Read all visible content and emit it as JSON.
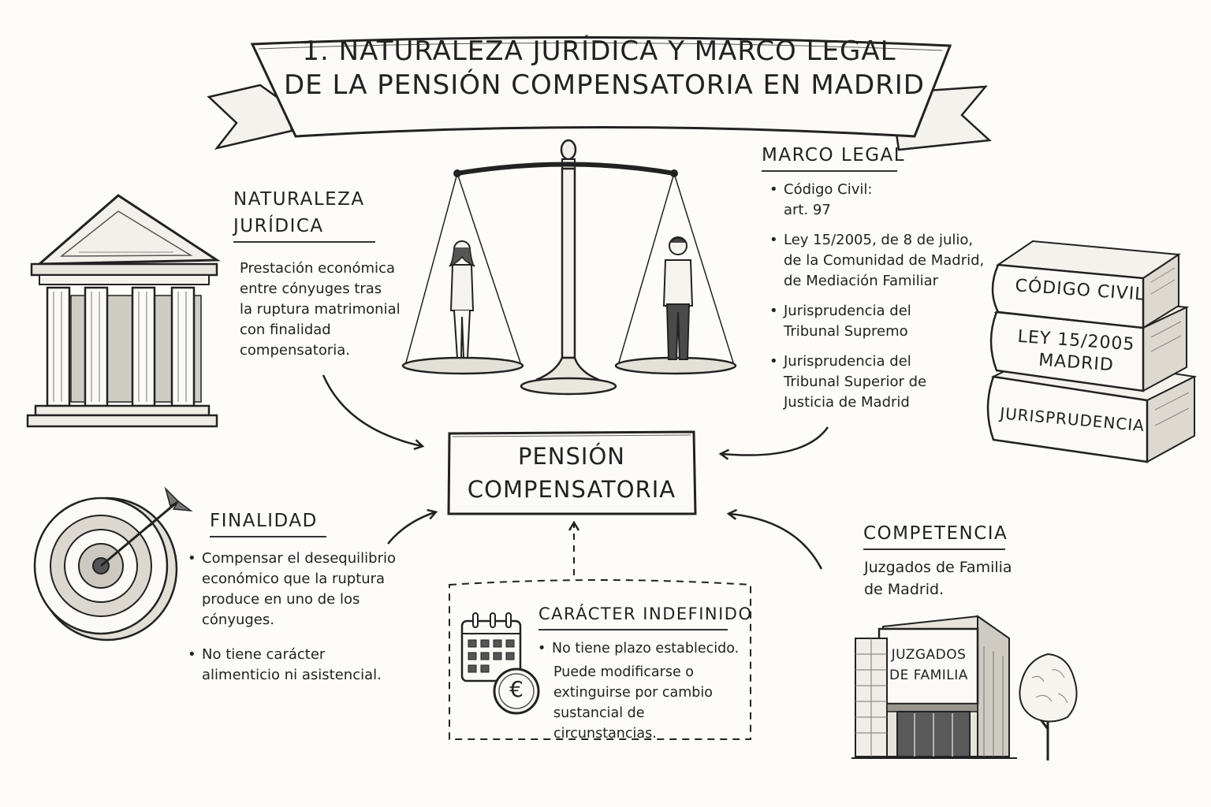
{
  "title": {
    "line1": "1. NATURALEZA JURÍDICA Y MARCO LEGAL",
    "line2": "DE LA PENSIÓN COMPENSATORIA EN MADRID"
  },
  "naturaleza": {
    "heading_line1": "NATURALEZA",
    "heading_line2": "JURÍDICA",
    "text_lines": [
      "Prestación económica",
      "entre cónyuges tras",
      "la ruptura matrimonial",
      "con finalidad",
      "compensatoria."
    ]
  },
  "marco_legal": {
    "heading": "MARCO LEGAL",
    "items": [
      {
        "lines": [
          "Código Civil:",
          "art. 97"
        ]
      },
      {
        "lines": [
          "Ley 15/2005, de 8 de julio,",
          "de la Comunidad de Madrid,",
          "de Mediación Familiar"
        ]
      },
      {
        "lines": [
          "Jurisprudencia del",
          "Tribunal Supremo"
        ]
      },
      {
        "lines": [
          "Jurisprudencia del",
          "Tribunal Superior de",
          "Justicia de Madrid"
        ]
      }
    ]
  },
  "center": {
    "line1": "PENSIÓN",
    "line2": "COMPENSATORIA"
  },
  "finalidad": {
    "heading": "FINALIDAD",
    "items": [
      {
        "lines": [
          "Compensar el desequilibrio",
          "económico que la ruptura",
          "produce en uno de los",
          "cónyuges."
        ]
      },
      {
        "lines": [
          "No tiene carácter",
          "alimenticio ni asistencial."
        ]
      }
    ]
  },
  "caracter": {
    "heading": "CARÁCTER INDEFINIDO",
    "bullet": "No tiene plazo establecido.",
    "text_lines": [
      "Puede modificarse o",
      "extinguirse por cambio",
      "sustancial de circunstancias."
    ],
    "coin_symbol": "€"
  },
  "competencia": {
    "heading": "COMPETENCIA",
    "text_lines": [
      "Juzgados de Familia",
      "de Madrid."
    ],
    "building_sign_line1": "JUZGADOS",
    "building_sign_line2": "DE FAMILIA"
  },
  "books": {
    "book1": "CÓDIGO CIVIL",
    "book2_line1": "LEY 15/2005",
    "book2_line2": "MADRID",
    "book3": "JURISPRUDENCIA"
  },
  "icons": [
    "courthouse-icon",
    "scales-icon",
    "books-icon",
    "target-icon",
    "calendar-icon",
    "euro-coin-icon",
    "building-icon",
    "tree-icon"
  ],
  "colors": {
    "ink": "#1f1f1f",
    "paper": "#fdfcf9",
    "shade": "#d9d6cf"
  }
}
